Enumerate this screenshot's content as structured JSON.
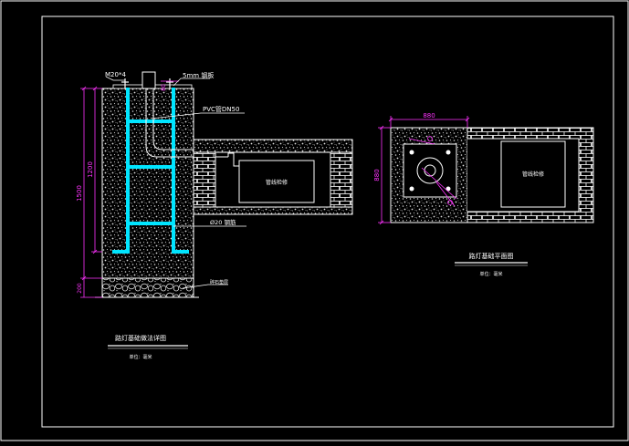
{
  "drawing": {
    "background": "#000000",
    "frame_color": "#ffffff",
    "colors": {
      "dimension": "#ff33ff",
      "pipe": "#00e5ff",
      "outline": "#ffffff",
      "concrete": "#cfcfcf"
    }
  },
  "section_view": {
    "labels": {
      "anchor_bolt": "M20*4",
      "steel_plate": "5mm 钢板",
      "pvc_pipe": "PVC管DN50",
      "rebar": "Ø20 钢筋",
      "chamber": "管线检修",
      "gravel": "碎石垫层"
    },
    "dimensions": {
      "total_height": "1500",
      "upper_height": "1200",
      "base_height": "200",
      "top_width": "80"
    },
    "title": "路灯基础做法详图",
    "subtitle": "单位：毫米"
  },
  "plan_view": {
    "labels": {
      "chamber": "管线检修"
    },
    "dimensions": {
      "width": "880",
      "height": "880"
    },
    "title": "路灯基础平面图",
    "subtitle": "单位：毫米"
  }
}
